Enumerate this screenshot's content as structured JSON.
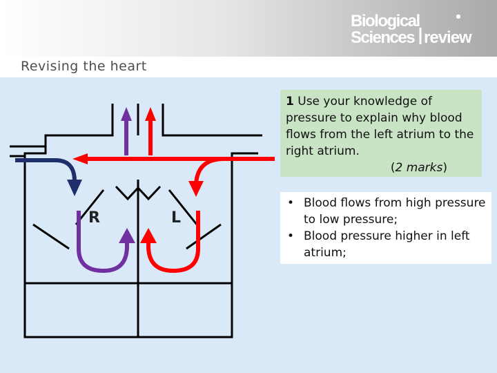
{
  "header": {
    "logo_line1": "Biological",
    "logo_line2": "Sciences",
    "logo_word2": "review"
  },
  "subtitle": "Revising the heart",
  "diagram": {
    "label_right": "R",
    "label_left": "L"
  },
  "question": {
    "number": "1",
    "text": " Use your knowledge of pressure to explain why blood flows from the left atrium to the right atrium.",
    "marks_open": "(",
    "marks_text": "2 marks",
    "marks_close": ")"
  },
  "answer": {
    "points": [
      "Blood flows from high pressure to low pressure;",
      "Blood pressure higher in left atrium;"
    ]
  },
  "colors": {
    "oxygenated": "#ff0000",
    "deoxygenated_purple": "#7030a0",
    "deoxygenated_navy": "#1f2f6b",
    "question_bg": "#c9e3c5",
    "page_bg": "#d9e9f7"
  }
}
